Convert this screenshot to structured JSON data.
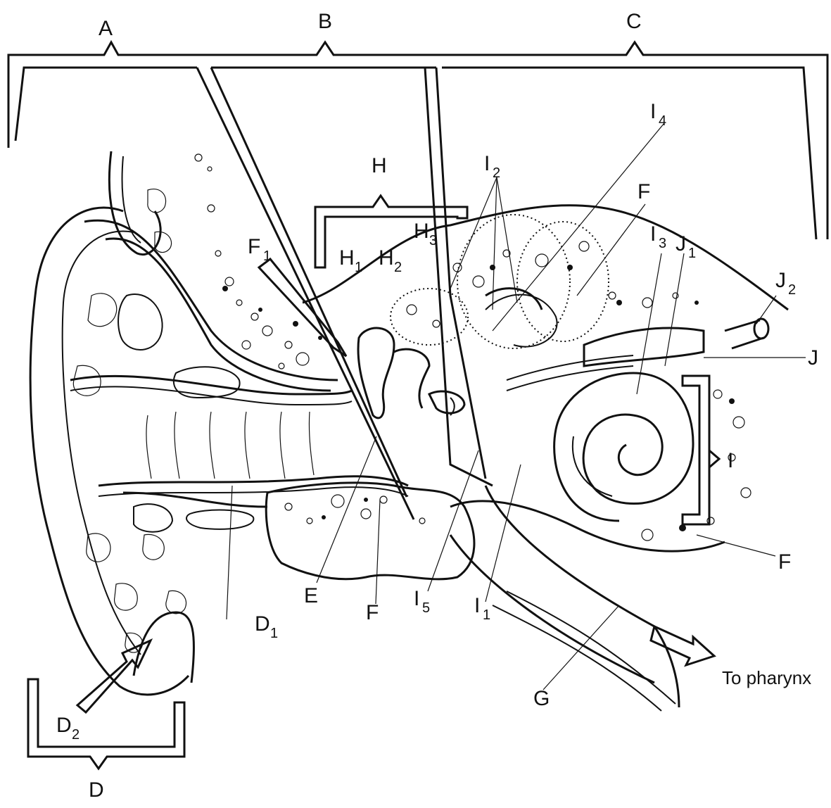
{
  "labels": {
    "A": "A",
    "B": "B",
    "C": "C",
    "D": "D",
    "D1": "D",
    "D1_sub": "1",
    "D2": "D",
    "D2_sub": "2",
    "E": "E",
    "F_top": "F",
    "F_right": "F",
    "F_bottom": "F",
    "F1": "F",
    "F1_sub": "1",
    "G": "G",
    "H": "H",
    "H1": "H",
    "H1_sub": "1",
    "H2": "H",
    "H2_sub": "2",
    "H3": "H",
    "H3_sub": "3",
    "I": "I",
    "I1": "I",
    "I1_sub": "1",
    "I2": "I",
    "I2_sub": "2",
    "I3": "I",
    "I3_sub": "3",
    "I4": "I",
    "I4_sub": "4",
    "I5": "I",
    "I5_sub": "5",
    "J": "J",
    "J1": "J",
    "J1_sub": "1",
    "J2": "J",
    "J2_sub": "2",
    "pharynx": "To pharynx"
  }
}
